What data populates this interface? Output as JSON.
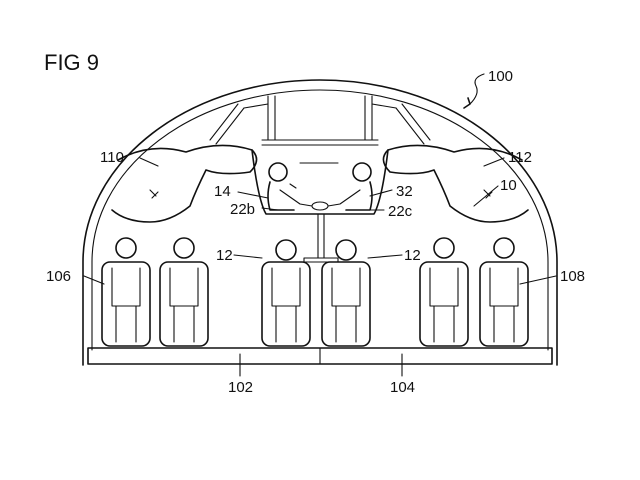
{
  "figure": {
    "title": "FIG 9"
  },
  "labels": {
    "l100": "100",
    "l110": "110",
    "l112": "112",
    "l14": "14",
    "l32": "32",
    "l10": "10",
    "l22b": "22b",
    "l22c": "22c",
    "l12a": "12",
    "l12b": "12",
    "l106": "106",
    "l108": "108",
    "l102": "102",
    "l104": "104"
  },
  "colors": {
    "line": "#111111",
    "background": "#ffffff"
  }
}
